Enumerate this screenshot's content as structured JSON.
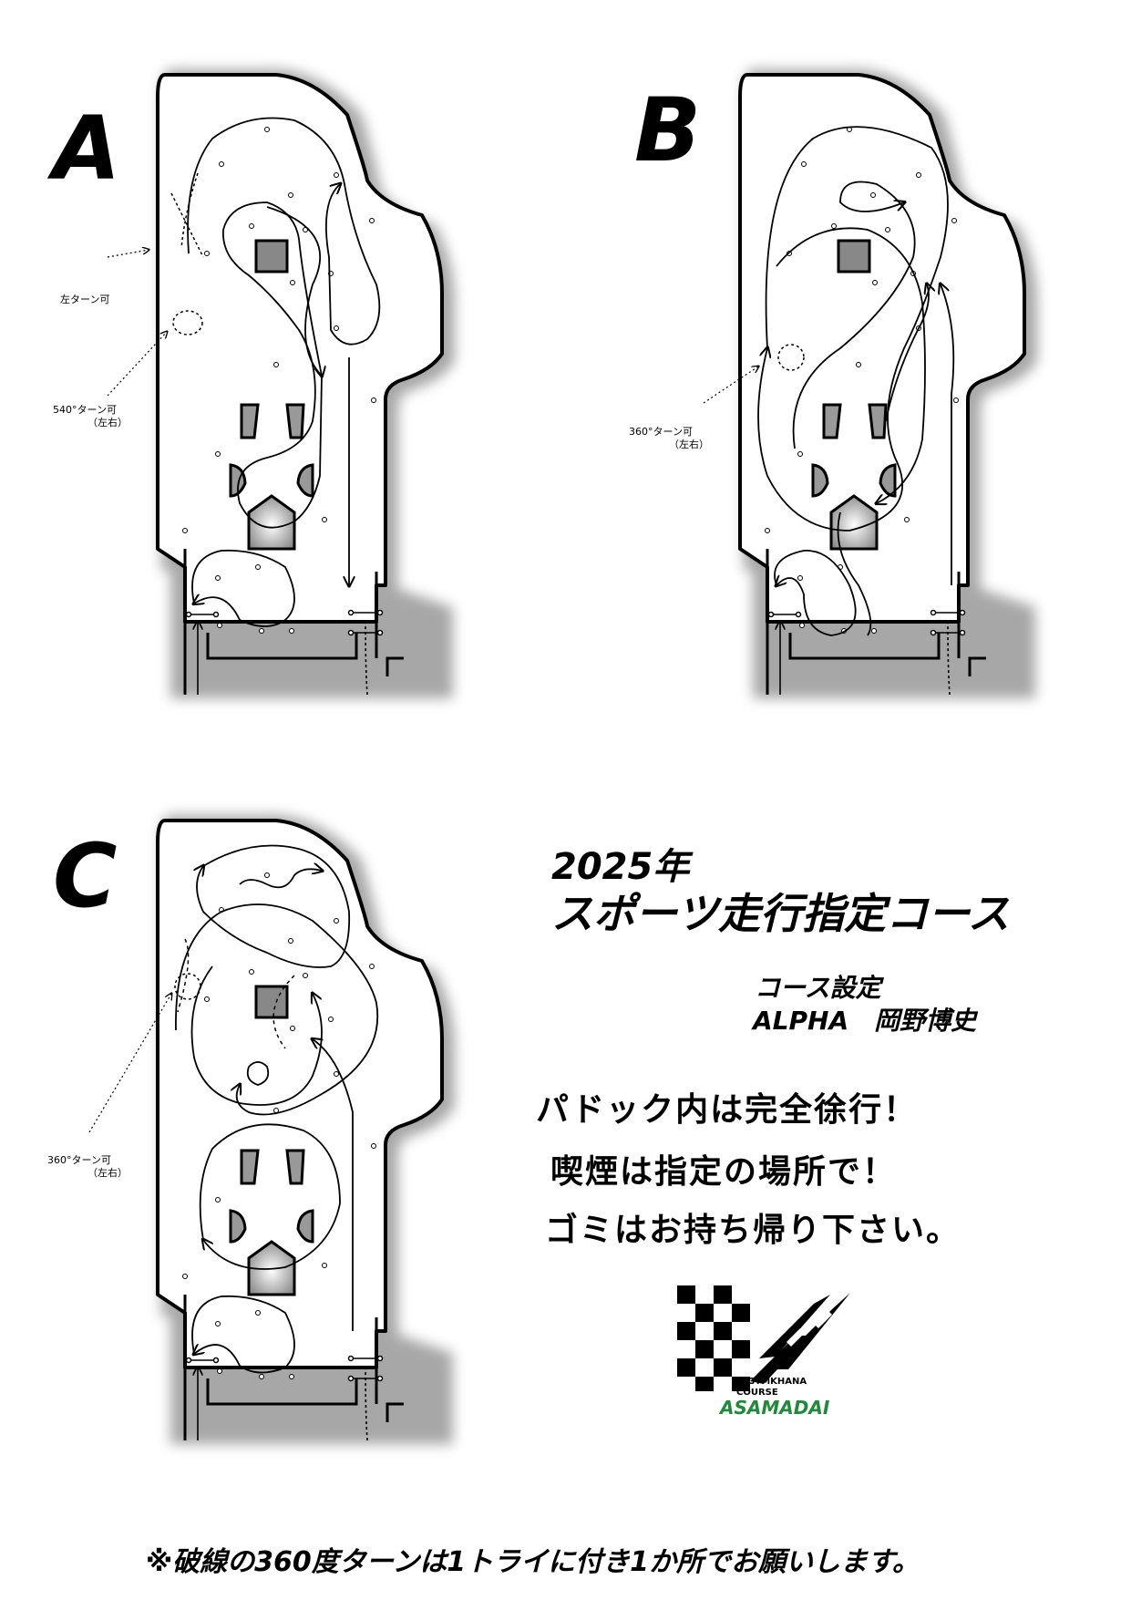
{
  "courses": [
    {
      "letter": "A",
      "notes": [
        "左ターン可",
        "540°ターン可",
        "（左右）"
      ]
    },
    {
      "letter": "B",
      "notes": [
        "360°ターン可",
        "（左右）"
      ]
    },
    {
      "letter": "C",
      "notes": [
        "360°ターン可",
        "（左右）"
      ]
    }
  ],
  "title": {
    "year": "2025年",
    "main": "スポーツ走行指定コース"
  },
  "credit": {
    "label": "コース設定",
    "name": "ALPHA　岡野博史"
  },
  "messages": [
    "パドック内は完全徐行！",
    "喫煙は指定の場所で！",
    "ゴミはお持ち帰り下さい。"
  ],
  "footer": "※破線の360度ターンは1トライに付き1か所でお願いします。",
  "logo": {
    "line1": "GYMKHANA",
    "line2": "COURSE",
    "brand": "ASAMADAI",
    "brand_color": "#1f8a3a"
  }
}
